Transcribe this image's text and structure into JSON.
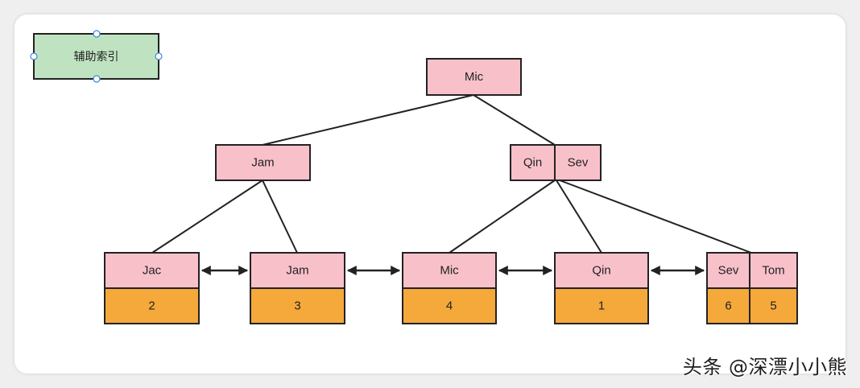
{
  "legend": {
    "label": "辅助索引"
  },
  "tree": {
    "root": {
      "keys": [
        "Mic"
      ]
    },
    "internal": [
      {
        "keys": [
          "Jam"
        ]
      },
      {
        "keys": [
          "Qin",
          "Sev"
        ]
      }
    ],
    "leaves": [
      {
        "entries": [
          {
            "key": "Jac",
            "value": "2"
          }
        ]
      },
      {
        "entries": [
          {
            "key": "Jam",
            "value": "3"
          }
        ]
      },
      {
        "entries": [
          {
            "key": "Mic",
            "value": "4"
          }
        ]
      },
      {
        "entries": [
          {
            "key": "Qin",
            "value": "1"
          }
        ]
      },
      {
        "entries": [
          {
            "key": "Sev",
            "value": "6"
          },
          {
            "key": "Tom",
            "value": "5"
          }
        ]
      }
    ]
  },
  "watermark": {
    "text": "头条 @深漂小小熊"
  },
  "colors": {
    "key_cell": "#f8c1ca",
    "value_cell": "#f5a93b",
    "legend_fill": "#bfe3c1",
    "stroke": "#222222",
    "handle": "#3d85e0"
  }
}
